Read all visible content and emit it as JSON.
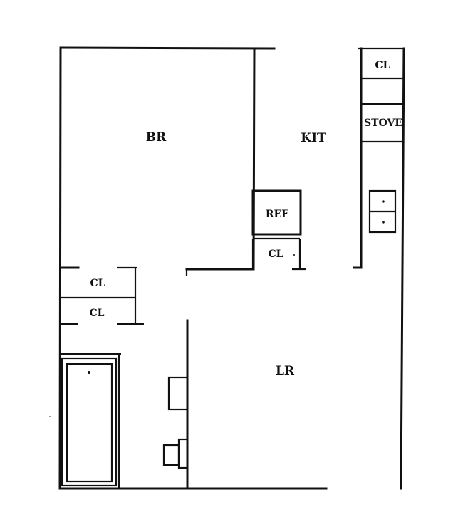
{
  "rooms": {
    "bedroom": "BR",
    "kitchen": "KIT",
    "living_room": "LR"
  },
  "fixtures": {
    "refrigerator": "REF",
    "stove": "STOVE",
    "closet_kitchen_top": "CL",
    "closet_kitchen": "CL",
    "closet_hall_1": "CL",
    "closet_hall_2": "CL"
  }
}
